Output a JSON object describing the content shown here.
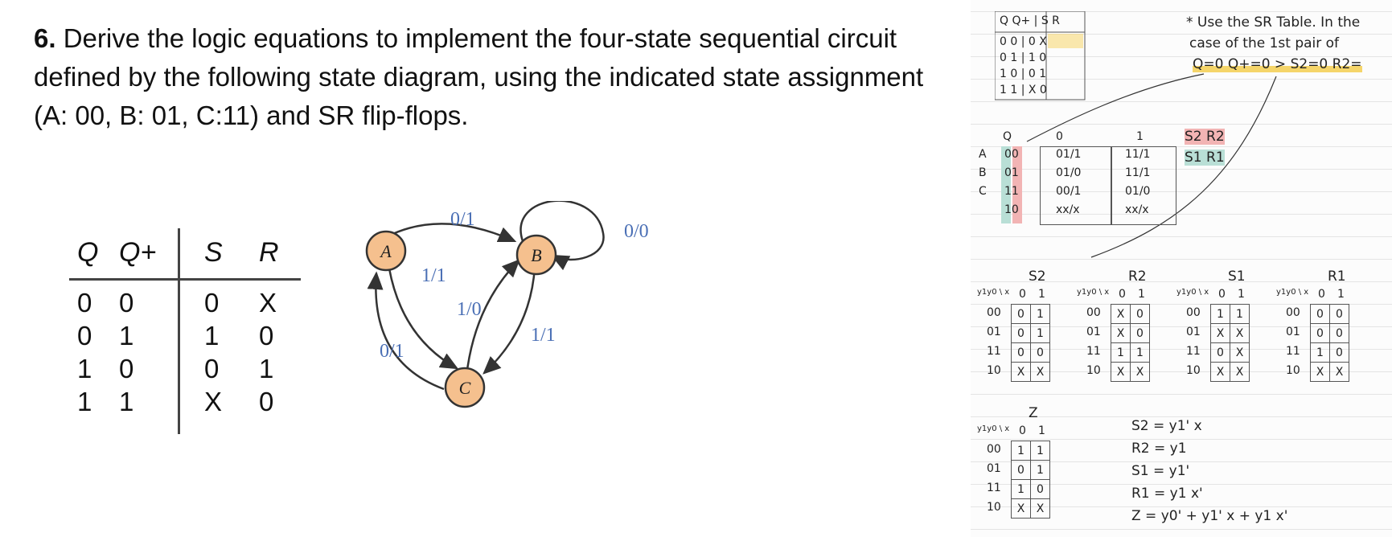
{
  "problem": {
    "number": "6.",
    "text": "Derive the logic equations to implement the four-state sequential circuit defined by the following state diagram, using the indicated state assignment (A: 00, B: 01, C:11) and SR flip-flops."
  },
  "sr_table": {
    "headers": [
      "Q",
      "Q+",
      "S",
      "R"
    ],
    "rows": [
      [
        "0",
        "0",
        "0",
        "X"
      ],
      [
        "0",
        "1",
        "1",
        "0"
      ],
      [
        "1",
        "0",
        "0",
        "1"
      ],
      [
        "1",
        "1",
        "X",
        "0"
      ]
    ]
  },
  "state_diagram": {
    "states": [
      "A",
      "B",
      "C"
    ],
    "transitions": [
      {
        "label": "0/1"
      },
      {
        "label": "0/0"
      },
      {
        "label": "1/1"
      },
      {
        "label": "1/0"
      },
      {
        "label": "1/1"
      },
      {
        "label": "0/1"
      }
    ]
  },
  "notes": {
    "sr_small_table": {
      "header": "Q Q+ | S R",
      "rows": [
        "0 0 | 0 X",
        "0 1 | 1 0",
        "1 0 | 0 1",
        "1 1 | X 0"
      ]
    },
    "instruction_lines": [
      "* Use the SR Table. In the",
      "case of the 1st pair of",
      "Q=0  Q+=0 > S2=0  R2="
    ],
    "legend_1": "S2 R2",
    "legend_2": "S1 R1",
    "state_table": {
      "col_q": "Q",
      "col_x0": "0",
      "col_x1": "1",
      "rows": [
        {
          "name": "A",
          "code": "00",
          "x0": "01/1",
          "x1": "11/1"
        },
        {
          "name": "B",
          "code": "01",
          "x0": "01/0",
          "x1": "11/1"
        },
        {
          "name": "C",
          "code": "11",
          "x0": "00/1",
          "x1": "01/0"
        },
        {
          "name": "",
          "code": "10",
          "x0": "xx/x",
          "x1": "xx/x"
        }
      ]
    },
    "kmap_titles": [
      "S2",
      "R2",
      "S1",
      "R1",
      "Z"
    ],
    "kmap_corner": "y1y0 \\ x",
    "kmap_cols": [
      "0",
      "1"
    ],
    "kmap_rows": [
      "00",
      "01",
      "11",
      "10"
    ],
    "kmaps": [
      [
        [
          "0",
          "1"
        ],
        [
          "0",
          "1"
        ],
        [
          "0",
          "0"
        ],
        [
          "X",
          "X"
        ]
      ],
      [
        [
          "X",
          "0"
        ],
        [
          "X",
          "0"
        ],
        [
          "1",
          "1"
        ],
        [
          "X",
          "X"
        ]
      ],
      [
        [
          "1",
          "1"
        ],
        [
          "X",
          "X"
        ],
        [
          "0",
          "X"
        ],
        [
          "X",
          "X"
        ]
      ],
      [
        [
          "0",
          "0"
        ],
        [
          "0",
          "0"
        ],
        [
          "1",
          "0"
        ],
        [
          "X",
          "X"
        ]
      ],
      [
        [
          "1",
          "1"
        ],
        [
          "0",
          "1"
        ],
        [
          "1",
          "0"
        ],
        [
          "X",
          "X"
        ]
      ]
    ],
    "equations": [
      "S2 = y1' x",
      "R2 = y1",
      "S1 = y1'",
      "R1 = y1 x'",
      "Z = y0' + y1' x + y1 x'"
    ]
  },
  "colors": {
    "state_fill": "#f5c08e",
    "label_blue": "#4a6fb5",
    "pink": "#f2b4b4",
    "teal": "#b9dfd6",
    "yellow": "#f5d56a"
  }
}
